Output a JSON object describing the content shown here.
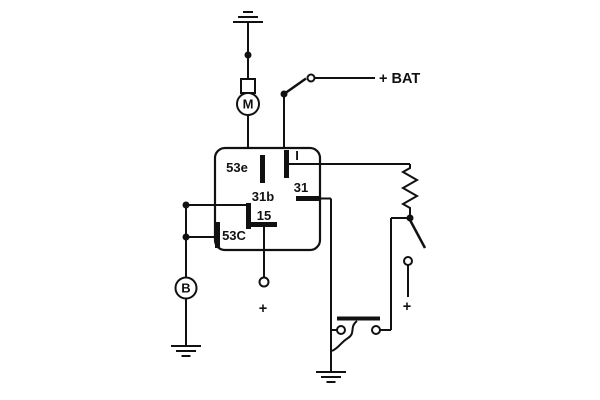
{
  "diagram": {
    "background_color": "#ffffff",
    "line_color": "#111111",
    "labels": {
      "battery": "+ BAT",
      "motor": "M",
      "b_unit": "B",
      "plus_center": "+",
      "plus_right": "+",
      "pin_53e": "53e",
      "pin_i": "I",
      "pin_31": "31",
      "pin_31b": "31b",
      "pin_15": "15",
      "pin_53c": "53C"
    }
  }
}
